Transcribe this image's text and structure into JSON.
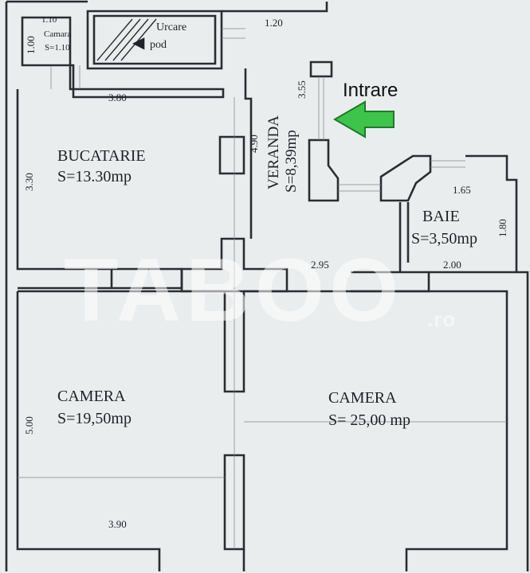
{
  "rooms": {
    "camara": {
      "name": "Camara",
      "area": "S=1.10"
    },
    "urcare": {
      "line1": "Urcare",
      "line2": "pod"
    },
    "bucatarie": {
      "name": "BUCATARIE",
      "area": "S=13.30mp"
    },
    "veranda": {
      "name": "VERANDA",
      "area": "S=8,39mp"
    },
    "baie": {
      "name": "BAIE",
      "area": "S=3,50mp"
    },
    "camera_left": {
      "name": "CAMERA",
      "area": "S=19,50mp"
    },
    "camera_right": {
      "name": "CAMERA",
      "area": "S= 25,00 mp"
    }
  },
  "dimensions": {
    "d1_10": "1.10",
    "d1_00": "1.00",
    "d1_20": "1.20",
    "d3_55": "3.55",
    "d3_80": "3.80",
    "d4_90": "4.90",
    "d3_30": "3.30",
    "d1_65": "1.65",
    "d1_80": "1.80",
    "d2_95": "2.95",
    "d2_00": "2.00",
    "d5_00": "5.00",
    "d3_90": "3.90"
  },
  "entrance": {
    "label": "Intrare",
    "arrow_color": "#3ec44a"
  },
  "watermark": {
    "main": "TABOO",
    "suffix": ".ro"
  },
  "colors": {
    "paper": "#e9edee",
    "wall": "#2a2d31"
  }
}
